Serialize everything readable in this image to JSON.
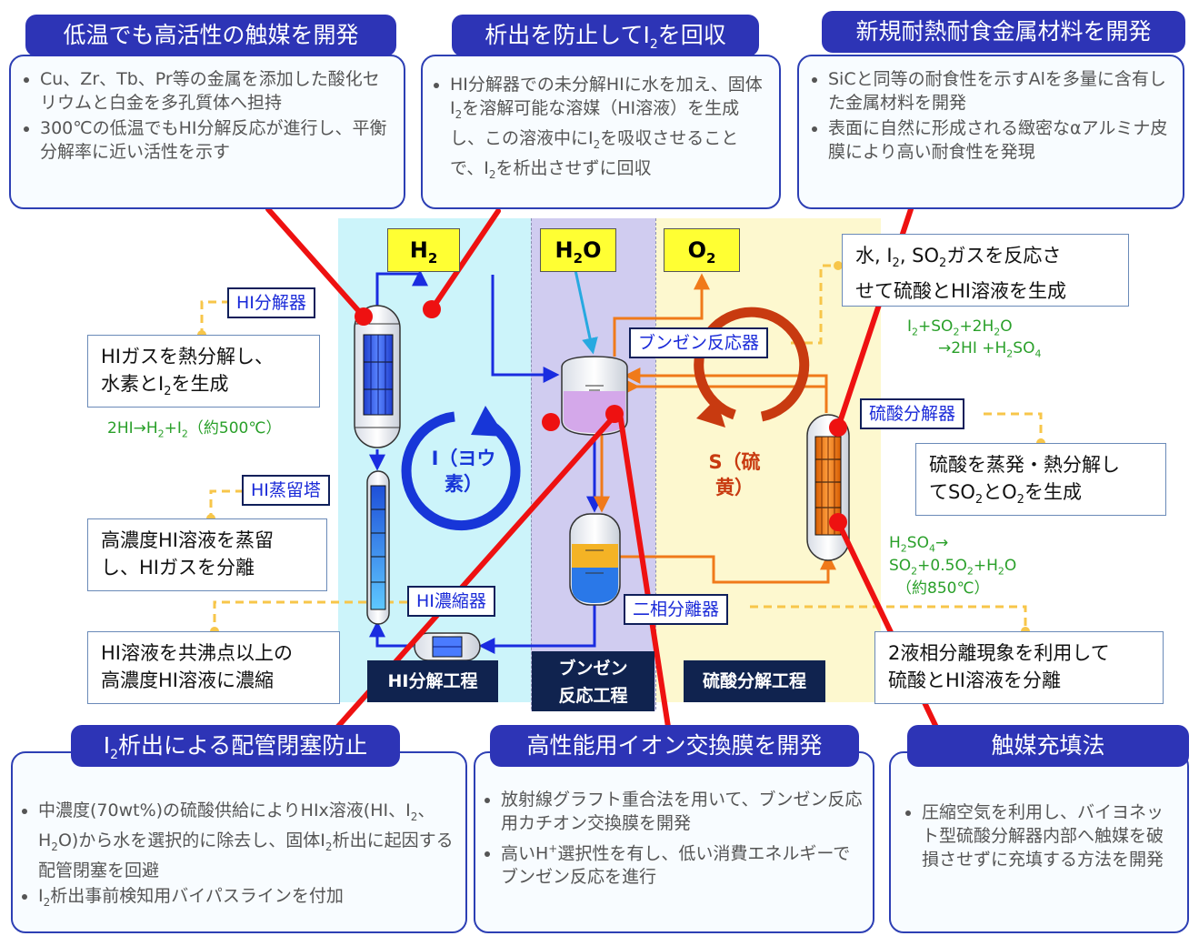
{
  "top_panels": [
    {
      "title": "低温でも高活性の触媒を開発",
      "bullets": [
        "Cu、Zr、Tb、Pr等の金属を添加した酸化セリウムと白金を多孔質体へ担持",
        "300℃の低温でもHI分解反応が進行し、平衡分解率に近い活性を示す"
      ]
    },
    {
      "title_pre": "析出を防止してI",
      "title_sub": "2",
      "title_post": "を回収",
      "b1_a": "HI分解器での未分解HIに水を加え、固体I",
      "b1_s1": "2",
      "b1_b": "を溶解可能な溶媒（HI溶液）を生成し、この溶液中にI",
      "b1_s2": "2",
      "b1_c": "を吸収させることで、I",
      "b1_s3": "2",
      "b1_d": "を析出させずに回収"
    },
    {
      "title": "新規耐熱耐食金属材料を開発",
      "bullets": [
        "SiCと同等の耐食性を示すAlを多量に含有した金属材料を開発",
        "表面に自然に形成される緻密なαアルミナ皮膜により高い耐食性を発現"
      ]
    }
  ],
  "bottom_panels": [
    {
      "title_pre": "I",
      "title_sub": "2",
      "title_post": "析出による配管閉塞防止",
      "b1_a": "中濃度(70wt%)の硫酸供給によりHIx溶液(HI、I",
      "b1_s1": "2",
      "b1_b": "、H",
      "b1_s2": "2",
      "b1_c": "O)から水を選択的に除去し、固体I",
      "b1_s3": "2",
      "b1_d": "析出に起因する配管閉塞を回避",
      "b2_a": "I",
      "b2_s": "2",
      "b2_b": "析出事前検知用バイパスラインを付加"
    },
    {
      "title": "高性能用イオン交換膜を開発",
      "b1": "放射線グラフト重合法を用いて、ブンゼン反応用カチオン交換膜を開発",
      "b2_a": "高いH",
      "b2_sup": "+",
      "b2_b": "選択性を有し、低い消費エネルギーでブンゼン反応を進行"
    },
    {
      "title": "触媒充填法",
      "b1": "圧縮空気を利用し、バイヨネット型硫酸分解器内部へ触媒を破損させずに充填する方法を開発"
    }
  ],
  "equipment_tags": {
    "hi_decomposer": "HI分解器",
    "hi_distiller": "HI蒸留塔",
    "hi_concentrator": "HI濃縮器",
    "bunsen_reactor": "ブンゼン反応器",
    "sulfuric_decomposer": "硫酸分解器",
    "separator": "二相分離器"
  },
  "products": {
    "h2": {
      "main": "H",
      "sub": "2",
      "post": ""
    },
    "h2o": {
      "main": "H",
      "sub": "2",
      "post": "O"
    },
    "o2": {
      "main": "O",
      "sub": "2",
      "post": ""
    }
  },
  "desc_boxes": {
    "hi_decomp": {
      "l1": "HIガスを熱分解し、",
      "l2_a": "水素とI",
      "l2_s": "2",
      "l2_b": "を生成"
    },
    "hi_distill": {
      "l1": "高濃度HI溶液を蒸留",
      "l2": "し、HIガスを分離"
    },
    "hi_conc": {
      "l1": "HI溶液を共沸点以上の",
      "l2": "高濃度HI溶液に濃縮"
    },
    "bunsen": {
      "l1_a": "水, I",
      "l1_s1": "2",
      "l1_b": ", SO",
      "l1_s2": "2",
      "l1_c": "ガスを反応さ",
      "l2": "せて硫酸とHI溶液を生成"
    },
    "sulfuric": {
      "l1": "硫酸を蒸発・熱分解し",
      "l2_a": "てSO",
      "l2_s1": "2",
      "l2_b": "とO",
      "l2_s2": "2",
      "l2_c": "を生成"
    },
    "separator": {
      "l1": "2液相分離現象を利用して",
      "l2": "硫酸とHI溶液を分離"
    }
  },
  "equations": {
    "hi": {
      "a": "2HI→H",
      "s1": "2",
      "b": "+I",
      "s2": "2",
      "c": "（約500℃）"
    },
    "bunsen_l1": {
      "a": "I",
      "s1": "2",
      "b": "+SO",
      "s2": "2",
      "c": "+2H",
      "s3": "2",
      "d": "O"
    },
    "bunsen_l2": {
      "a": "→2HI +H",
      "s1": "2",
      "b": "SO",
      "s2": "4"
    },
    "sulfuric_l1": {
      "a": "H",
      "s1": "2",
      "b": "SO",
      "s2": "4",
      "c": "→"
    },
    "sulfuric_l2": {
      "a": "SO",
      "s1": "2",
      "b": "+0.5O",
      "s2": "2",
      "c": "+H",
      "s3": "2",
      "d": "O"
    },
    "sulfuric_l3": "（約850℃）"
  },
  "cycles": {
    "iodine": {
      "l1": "I（ヨウ",
      "l2": "素）"
    },
    "sulfur": {
      "l1": "S（硫",
      "l2": "黄）"
    }
  },
  "process_labels": {
    "hi": "HI分解工程",
    "bunsen_l1": "ブンゼン",
    "bunsen_l2": "反応工程",
    "sulfuric": "硫酸分解工程"
  },
  "colors": {
    "panel_title_bg": "#2d34b6",
    "panel_border": "#2d3fb4",
    "hi_zone": "#ccf4fa",
    "bunsen_zone": "#d0ccf0",
    "sulfuric_zone": "#fdf8cf",
    "hi_flow": "#1a2ce0",
    "sulfuric_flow": "#f07a1a",
    "callout_line": "#ee1111",
    "dashed_connector": "#f7c64a",
    "equation_text": "#2aa02a",
    "product_bg": "#ffff33"
  }
}
